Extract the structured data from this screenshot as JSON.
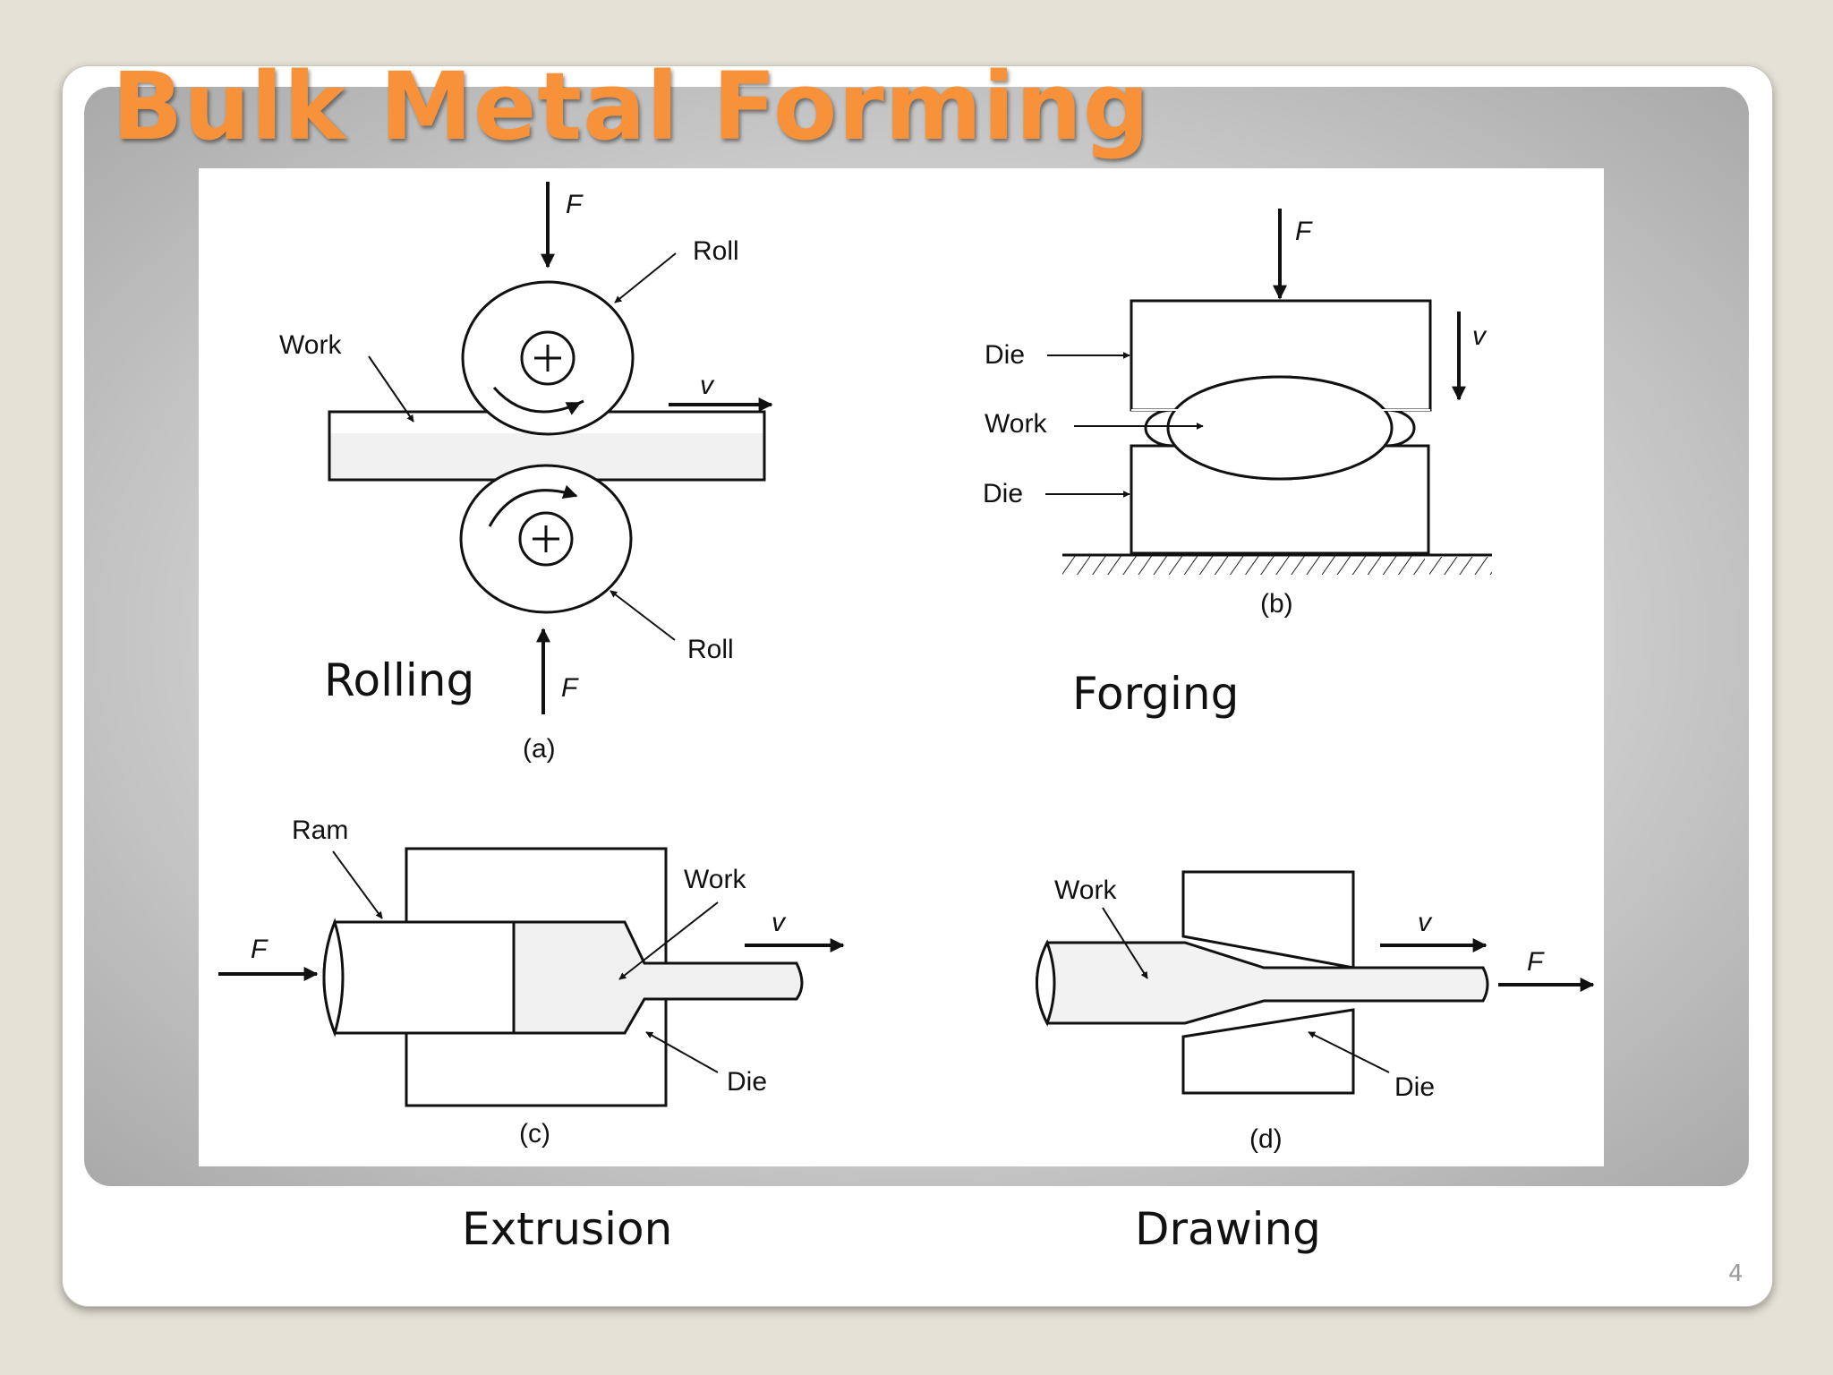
{
  "slide": {
    "title": "Bulk Metal Forming",
    "page_number": "4"
  },
  "captions": {
    "rolling": "Rolling",
    "forging": "Forging",
    "extrusion": "Extrusion",
    "drawing": "Drawing"
  },
  "figure": {
    "rolling": {
      "roll_top": "Roll",
      "roll_bottom": "Roll",
      "work": "Work",
      "force_top": "F",
      "force_bottom": "F",
      "velocity": "v",
      "label": "(a)"
    },
    "forging": {
      "die_top": "Die",
      "work": "Work",
      "die_bottom": "Die",
      "force": "F",
      "velocity": "v",
      "label": "(b)"
    },
    "extrusion": {
      "ram": "Ram",
      "work": "Work",
      "die": "Die",
      "force": "F",
      "velocity": "v",
      "label": "(c)"
    },
    "drawing": {
      "work": "Work",
      "die": "Die",
      "force": "F",
      "velocity": "v",
      "label": "(d)"
    }
  }
}
